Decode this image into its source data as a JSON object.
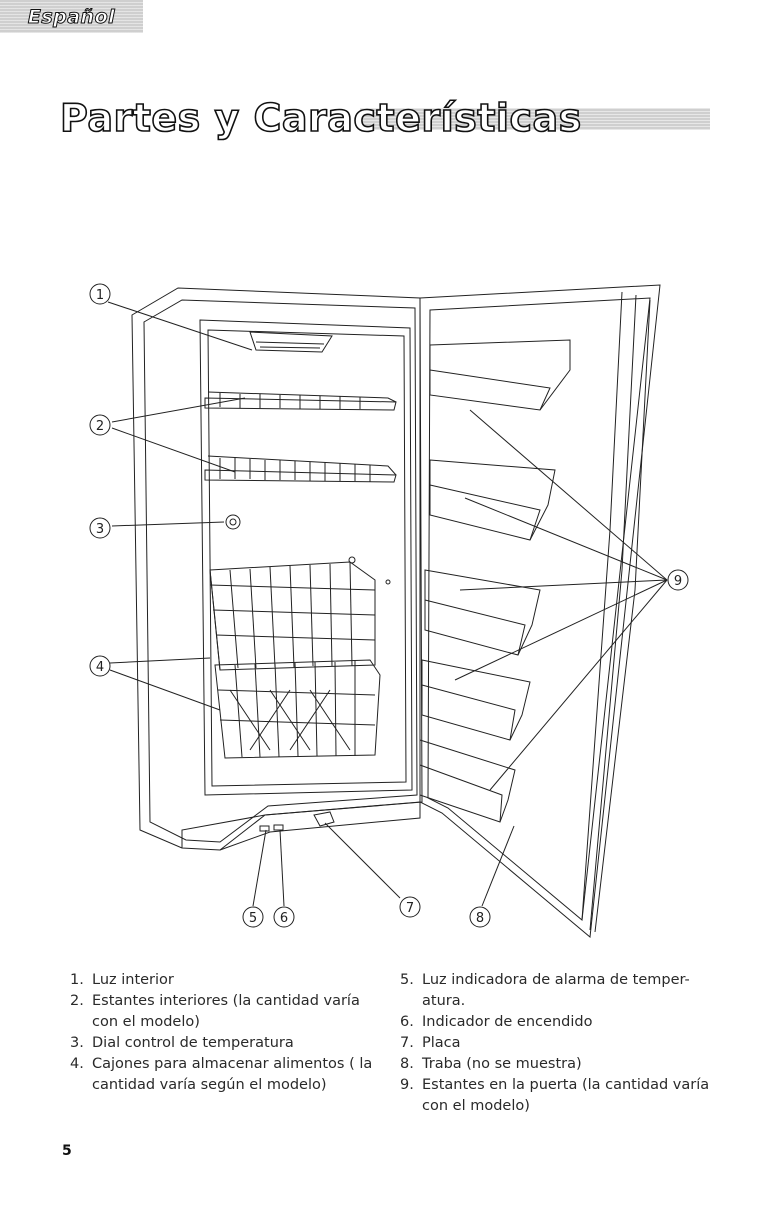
{
  "header": {
    "language": "Español"
  },
  "title": "Partes y Características",
  "callouts": [
    "1",
    "2",
    "3",
    "4",
    "5",
    "6",
    "7",
    "8",
    "9"
  ],
  "legend_left": [
    {
      "num": "1.",
      "text": "Luz interior"
    },
    {
      "num": "2.",
      "text": "Estantes interiores (la cantidad varía con el modelo)"
    },
    {
      "num": "3.",
      "text": "Dial control de temperatura"
    },
    {
      "num": "4.",
      "text": "Cajones para almacenar alimentos ( la cantidad varía según el modelo)"
    }
  ],
  "legend_right": [
    {
      "num": "5.",
      "text": "Luz indicadora de alarma de temper- atura."
    },
    {
      "num": "6.",
      "text": "Indicador de encendido"
    },
    {
      "num": "7.",
      "text": "Placa"
    },
    {
      "num": "8.",
      "text": "Traba (no se muestra)"
    },
    {
      "num": "9.",
      "text": "Estantes en la puerta (la cantidad varía con el modelo)"
    }
  ],
  "page_number": "5"
}
